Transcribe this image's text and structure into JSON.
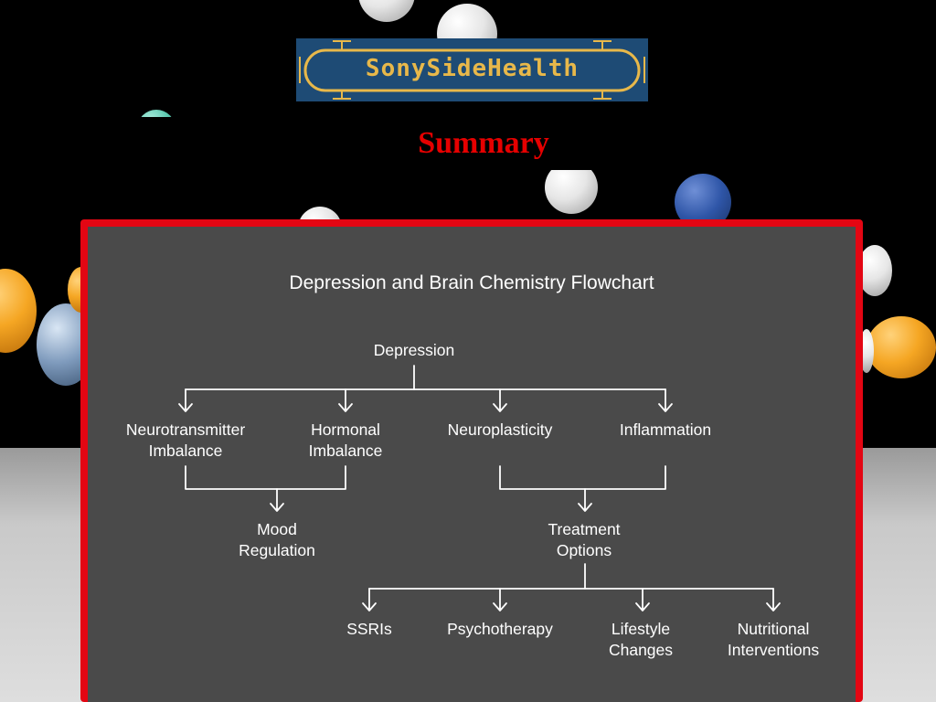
{
  "logo": {
    "text": "SonySideHealth"
  },
  "header": {
    "title": "Summary"
  },
  "flowchart": {
    "title": "Depression and Brain Chemistry Flowchart",
    "root": "Depression",
    "causes": [
      {
        "line1": "Neurotransmitter",
        "line2": "Imbalance"
      },
      {
        "line1": "Hormonal",
        "line2": "Imbalance"
      },
      {
        "line1": "Neuroplasticity",
        "line2": ""
      },
      {
        "line1": "Inflammation",
        "line2": ""
      }
    ],
    "outcomes": [
      {
        "line1": "Mood",
        "line2": "Regulation"
      },
      {
        "line1": "Treatment",
        "line2": "Options"
      }
    ],
    "treatments": [
      {
        "line1": "SSRIs",
        "line2": ""
      },
      {
        "line1": "Psychotherapy",
        "line2": ""
      },
      {
        "line1": "Lifestyle",
        "line2": "Changes"
      },
      {
        "line1": "Nutritional",
        "line2": "Interventions"
      }
    ]
  },
  "colors": {
    "title_red": "#e60000",
    "panel_border": "#e30613",
    "panel_fill": "#4a4a4a",
    "logo_bg": "#1e4b75",
    "logo_gold": "#e8b84a"
  }
}
